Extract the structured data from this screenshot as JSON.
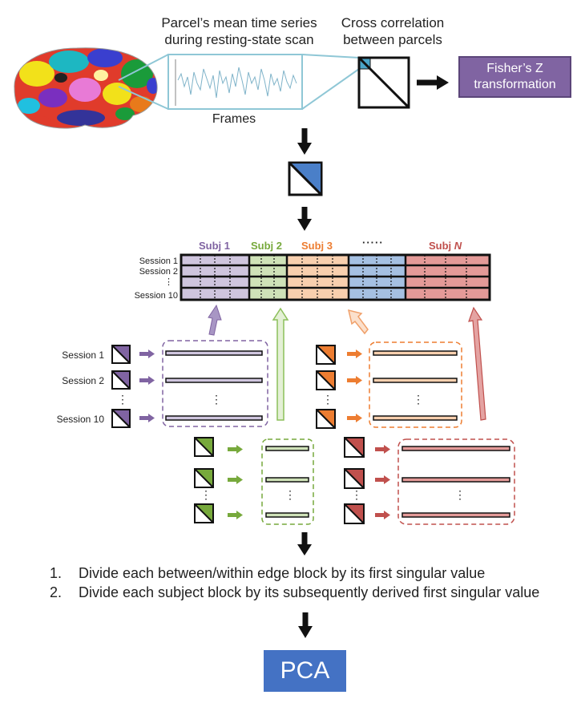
{
  "top": {
    "timeseries_title_1": "Parcel’s mean time series",
    "timeseries_title_2": "during resting-state scan",
    "frames_label": "Frames",
    "crosscorr_title_1": "Cross correlation",
    "crosscorr_title_2": "between parcels",
    "fisher_line_1": "Fisher’s Z",
    "fisher_line_2": "transformation"
  },
  "matrix": {
    "subjects": [
      {
        "label": "Subj 1",
        "color": "#8064a2",
        "fill": "#cfc5de"
      },
      {
        "label": "Subj 2",
        "color": "#77a93c",
        "fill": "#cfe2b8"
      },
      {
        "label": "Subj 3",
        "color": "#ed7d31",
        "fill": "#f8cfae"
      },
      {
        "label": "·····",
        "color": "#222222",
        "fill": "#a5c0e2"
      },
      {
        "label": "Subj",
        "label_italic": "N",
        "color": "#c0504d",
        "fill": "#e49a98"
      }
    ],
    "session_labels": [
      "Session 1",
      "Session 2",
      "⋮",
      "Session 10"
    ]
  },
  "blocks": {
    "session_labels": [
      "Session 1",
      "Session 2",
      "⋮",
      "Session 10"
    ],
    "vdots": "⋮"
  },
  "steps": [
    {
      "num": "1.",
      "text": "Divide each between/within edge block by its first singular value"
    },
    {
      "num": "2.",
      "text": "Divide each subject block by its subsequently derived first singular value"
    }
  ],
  "pca_label": "PCA",
  "colors": {
    "purple": "#8064a2",
    "green": "#77a93c",
    "orange": "#ed7d31",
    "red": "#c0504d",
    "blue": "#4472c4"
  }
}
